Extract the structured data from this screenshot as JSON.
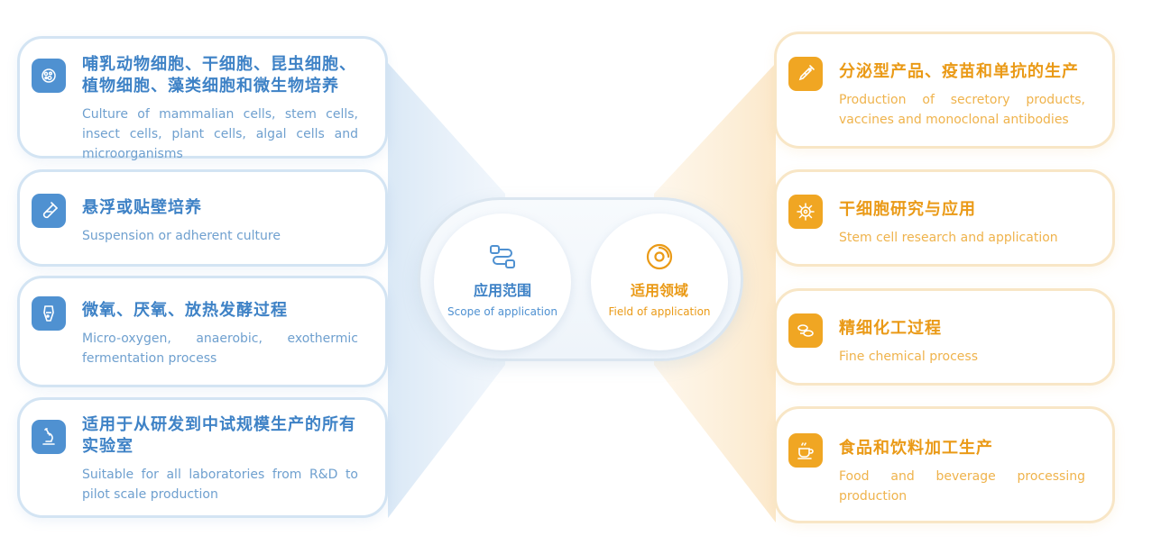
{
  "center": {
    "scope": {
      "title": "应用范围",
      "subtitle": "Scope of application"
    },
    "field": {
      "title": "适用领域",
      "subtitle": "Field of application"
    }
  },
  "scope_items": [
    {
      "title": "哺乳动物细胞、干细胞、昆虫细胞、植物细胞、藻类细胞和微生物培养",
      "description": "Culture of mammalian cells, stem cells, insect cells, plant cells, algal cells and microorganisms",
      "icon": "cells-icon"
    },
    {
      "title": "悬浮或贴壁培养",
      "description": "Suspension or adherent culture",
      "icon": "test-tube-icon"
    },
    {
      "title": "微氧、厌氧、放热发酵过程",
      "description": "Micro-oxygen, anaerobic, exothermic fermentation process",
      "icon": "flask-icon"
    },
    {
      "title": "适用于从研发到中试规模生产的所有实验室",
      "description": "Suitable for all laboratories from R&D to pilot scale production",
      "icon": "microscope-icon"
    }
  ],
  "field_items": [
    {
      "title": "分泌型产品、疫苗和单抗的生产",
      "description": "Production of secretory products, vaccines and monoclonal antibodies",
      "icon": "syringe-icon"
    },
    {
      "title": "干细胞研究与应用",
      "description": "Stem cell research and application",
      "icon": "stem-cell-icon"
    },
    {
      "title": "精细化工过程",
      "description": "Fine chemical process",
      "icon": "pills-icon"
    },
    {
      "title": "食品和饮料加工生产",
      "description": "Food and beverage processing production",
      "icon": "coffee-cup-icon"
    }
  ],
  "colors": {
    "blue": "#4f91d1",
    "orange": "#f0a623"
  }
}
